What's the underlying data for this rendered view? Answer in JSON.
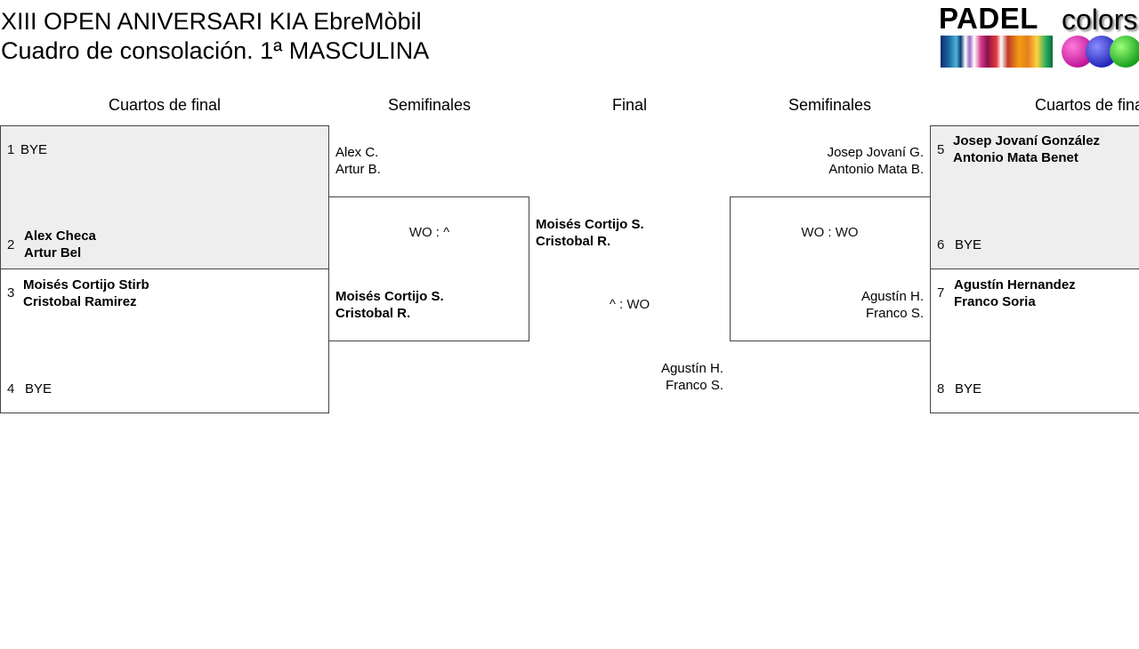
{
  "header": {
    "title_line1": "XIII OPEN ANIVERSARI KIA EbreMòbil",
    "title_line2": "Cuadro de consolación. 1ª MASCULINA",
    "logo_text1": "PADEL",
    "logo_text2": "colors"
  },
  "rounds": {
    "qf_left": "Cuartos de final",
    "sf_left": "Semifinales",
    "final": "Final",
    "sf_right": "Semifinales",
    "qf_right": "Cuartos de final"
  },
  "qf_left": [
    {
      "seed": "1",
      "name1": "BYE",
      "name2": ""
    },
    {
      "seed": "2",
      "name1": "Alex Checa",
      "name2": "Artur Bel"
    },
    {
      "seed": "3",
      "name1": "Moisés Cortijo Stirb",
      "name2": "Cristobal Ramirez"
    },
    {
      "seed": "4",
      "name1": "BYE",
      "name2": ""
    }
  ],
  "qf_right": [
    {
      "seed": "5",
      "name1": "Josep Jovaní González",
      "name2": "Antonio Mata Benet"
    },
    {
      "seed": "6",
      "name1": "BYE",
      "name2": ""
    },
    {
      "seed": "7",
      "name1": "Agustín Hernandez",
      "name2": "Franco Soria"
    },
    {
      "seed": "8",
      "name1": "BYE",
      "name2": ""
    }
  ],
  "sf_left": {
    "top_1": "Alex C.",
    "top_2": "Artur B.",
    "score": "WO : ^",
    "bottom_1": "Moisés Cortijo S.",
    "bottom_2": "Cristobal R."
  },
  "sf_right": {
    "top_1": "Josep Jovaní G.",
    "top_2": "Antonio Mata B.",
    "score": "WO : WO",
    "bottom_1": "Agustín H.",
    "bottom_2": "Franco S."
  },
  "final": {
    "top_1": "Moisés Cortijo S.",
    "top_2": "Cristobal R.",
    "score": "^ : WO",
    "bottom_1": "Agustín H.",
    "bottom_2": "Franco S."
  }
}
